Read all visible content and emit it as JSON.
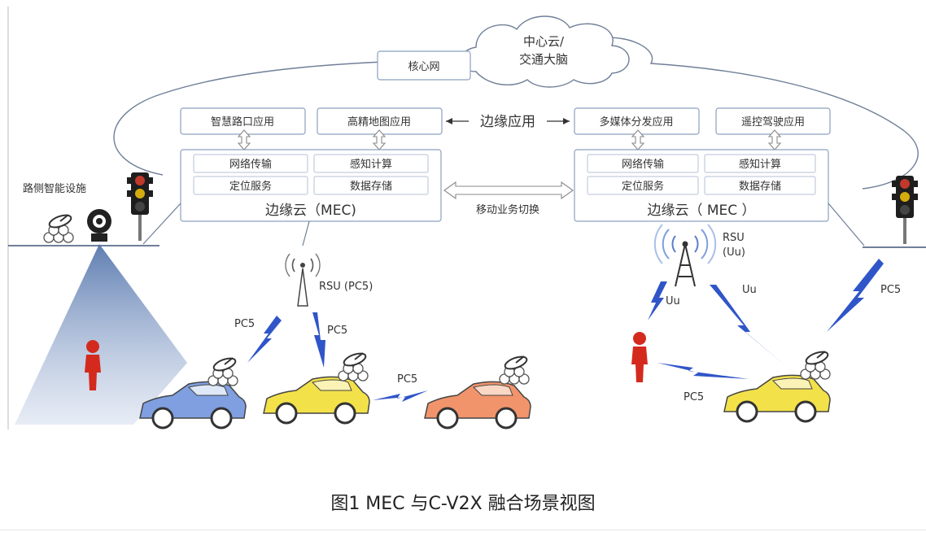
{
  "core_network": "核心网",
  "central_cloud": {
    "line1": "中心云/",
    "line2": "交通大脑"
  },
  "edge_apps_label": "边缘应用",
  "apps": {
    "smart_intersection": "智慧路口应用",
    "hd_map": "高精地图应用",
    "multimedia": "多媒体分发应用",
    "remote_driving": "遥控驾驶应用"
  },
  "mec_left": {
    "network": "网络传输",
    "sensing": "感知计算",
    "positioning": "定位服务",
    "storage": "数据存储",
    "title": "边缘云（MEC)"
  },
  "mec_right": {
    "network": "网络传输",
    "sensing": "感知计算",
    "positioning": "定位服务",
    "storage": "数据存储",
    "title": "边缘云（ MEC ）"
  },
  "service_switch": "移动业务切换",
  "roadside_facility": "路侧智能设施",
  "rsu_left": "RSU (PC5)",
  "rsu_right": {
    "line1": "RSU",
    "line2": "(Uu)"
  },
  "links": {
    "pc5": "PC5",
    "uu": "Uu"
  },
  "caption": "图1 MEC 与C-V2X 融合场景视图",
  "colors": {
    "box_stroke": "#8aa0bf",
    "box_fill": "#ffffff",
    "lightning": "#2f55c8",
    "car_blue": "#7f9fe0",
    "car_yellow": "#f3e14a",
    "car_orange": "#f2946b",
    "person": "#d42a1e",
    "cone": "#4c6fa8"
  }
}
